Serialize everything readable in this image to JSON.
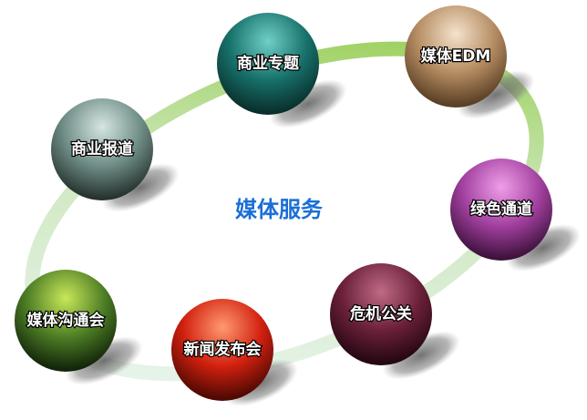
{
  "diagram": {
    "center_label": "媒体服务",
    "nodes": [
      {
        "id": "commercial-topic",
        "label": "商业专题",
        "color": "#1b7a72"
      },
      {
        "id": "media-edm",
        "label": "媒体EDM",
        "color": "#c9a27a"
      },
      {
        "id": "commercial-report",
        "label": "商业报道",
        "color": "#7d9a93"
      },
      {
        "id": "green-channel",
        "label": "绿色通道",
        "color": "#b24fb0"
      },
      {
        "id": "crisis-pr",
        "label": "危机公关",
        "color": "#7a2a44"
      },
      {
        "id": "media-communication",
        "label": "媒体沟通会",
        "color": "#5a8a2a"
      },
      {
        "id": "press-conference",
        "label": "新闻发布会",
        "color": "#d8281a"
      }
    ],
    "colors": {
      "ring_light": "#e6f2f0",
      "ring_dark": "#8cc83c",
      "center": "#1a6fd6"
    }
  }
}
